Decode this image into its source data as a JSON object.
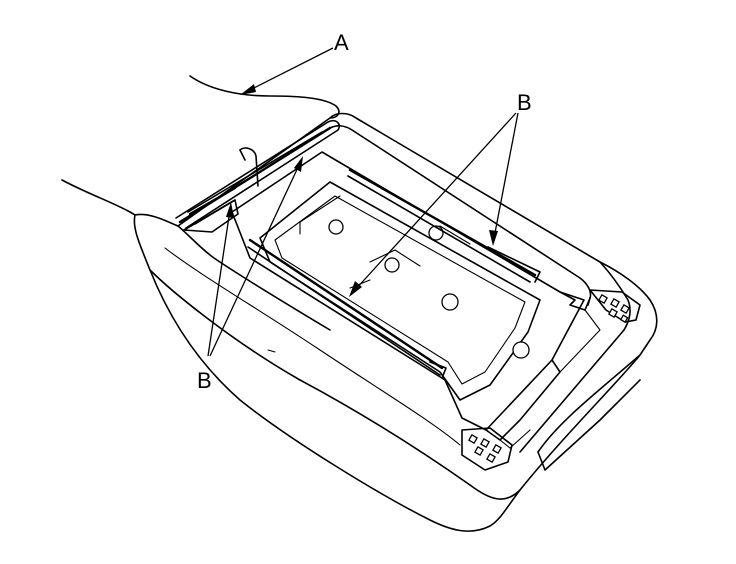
{
  "callouts": {
    "a": "A",
    "b_top": "B",
    "b_left": "B"
  }
}
